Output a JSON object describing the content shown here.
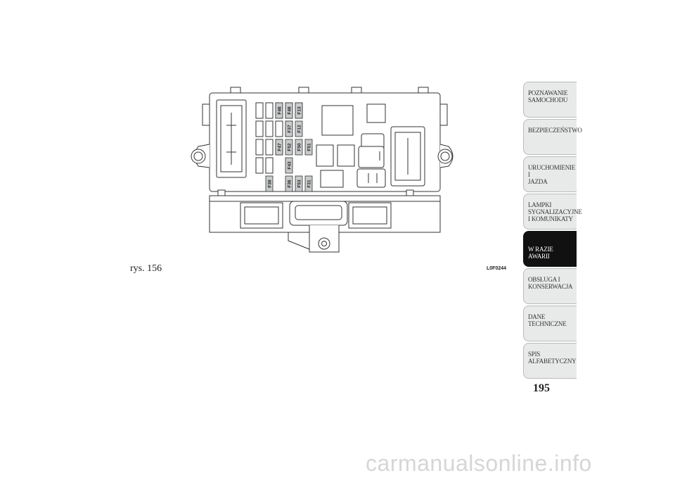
{
  "figure": {
    "caption": "rys. 156",
    "code": "L0F0244",
    "fuse_labels": [
      "F46",
      "F48",
      "F13",
      "F37",
      "F12",
      "F47",
      "F52",
      "F50",
      "F51",
      "F43",
      "F38",
      "F36",
      "F53",
      "F31"
    ]
  },
  "nav_tabs": [
    {
      "label": "POZNAWANIE\nSAMOCHODU",
      "active": false
    },
    {
      "label": "BEZPIECZEŃSTWO",
      "active": false
    },
    {
      "label": "URUCHOMIENIE I\nJAZDA",
      "active": false
    },
    {
      "label": "LAMPKI\nSYGNALIZACYJNE\nI KOMUNIKATY",
      "active": false
    },
    {
      "label": "W RAZIE AWARII",
      "active": true
    },
    {
      "label": "OBSŁUGA I\nKONSERWACJA",
      "active": false
    },
    {
      "label": "DANE\nTECHNICZNE",
      "active": false
    },
    {
      "label": "SPIS\nALFABETYCZNY",
      "active": false
    }
  ],
  "page_number": "195",
  "watermark": "carmanualsonline.info"
}
